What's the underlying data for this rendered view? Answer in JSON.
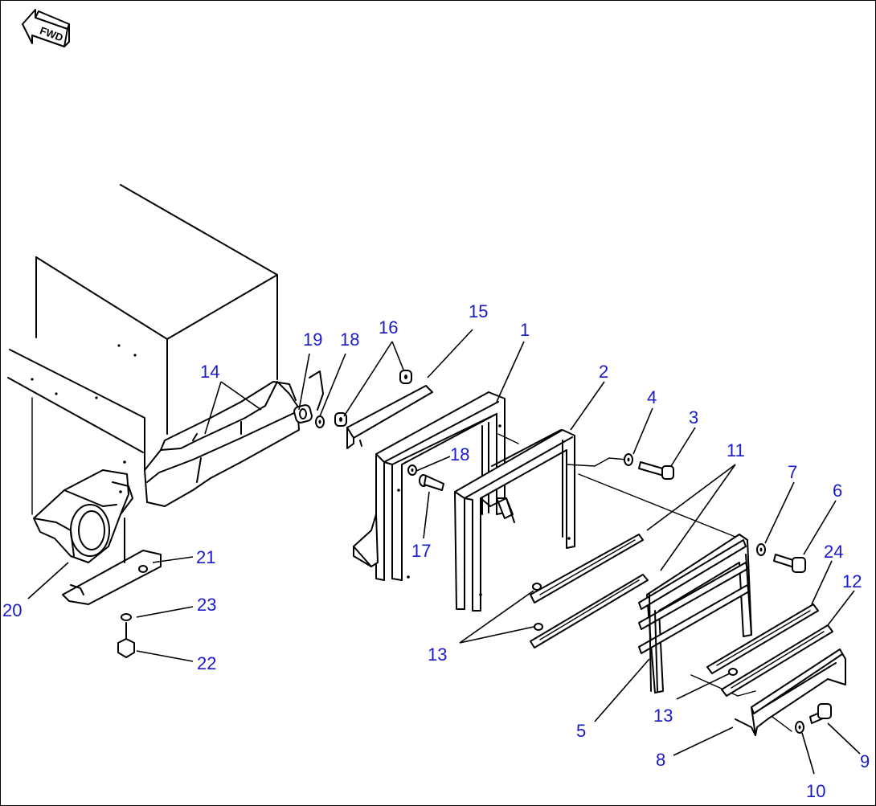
{
  "fwd_label": "FWD",
  "callouts": [
    {
      "id": "c1",
      "label": "1"
    },
    {
      "id": "c2",
      "label": "2"
    },
    {
      "id": "c3",
      "label": "3"
    },
    {
      "id": "c4",
      "label": "4"
    },
    {
      "id": "c5",
      "label": "5"
    },
    {
      "id": "c6",
      "label": "6"
    },
    {
      "id": "c7",
      "label": "7"
    },
    {
      "id": "c8",
      "label": "8"
    },
    {
      "id": "c9",
      "label": "9"
    },
    {
      "id": "c10",
      "label": "10"
    },
    {
      "id": "c11",
      "label": "11"
    },
    {
      "id": "c12",
      "label": "12"
    },
    {
      "id": "c13a",
      "label": "13"
    },
    {
      "id": "c13b",
      "label": "13"
    },
    {
      "id": "c14",
      "label": "14"
    },
    {
      "id": "c15",
      "label": "15"
    },
    {
      "id": "c16",
      "label": "16"
    },
    {
      "id": "c17",
      "label": "17"
    },
    {
      "id": "c18a",
      "label": "18"
    },
    {
      "id": "c18b",
      "label": "18"
    },
    {
      "id": "c19",
      "label": "19"
    },
    {
      "id": "c20",
      "label": "20"
    },
    {
      "id": "c21",
      "label": "21"
    },
    {
      "id": "c22",
      "label": "22"
    },
    {
      "id": "c23",
      "label": "23"
    },
    {
      "id": "c24",
      "label": "24"
    }
  ]
}
